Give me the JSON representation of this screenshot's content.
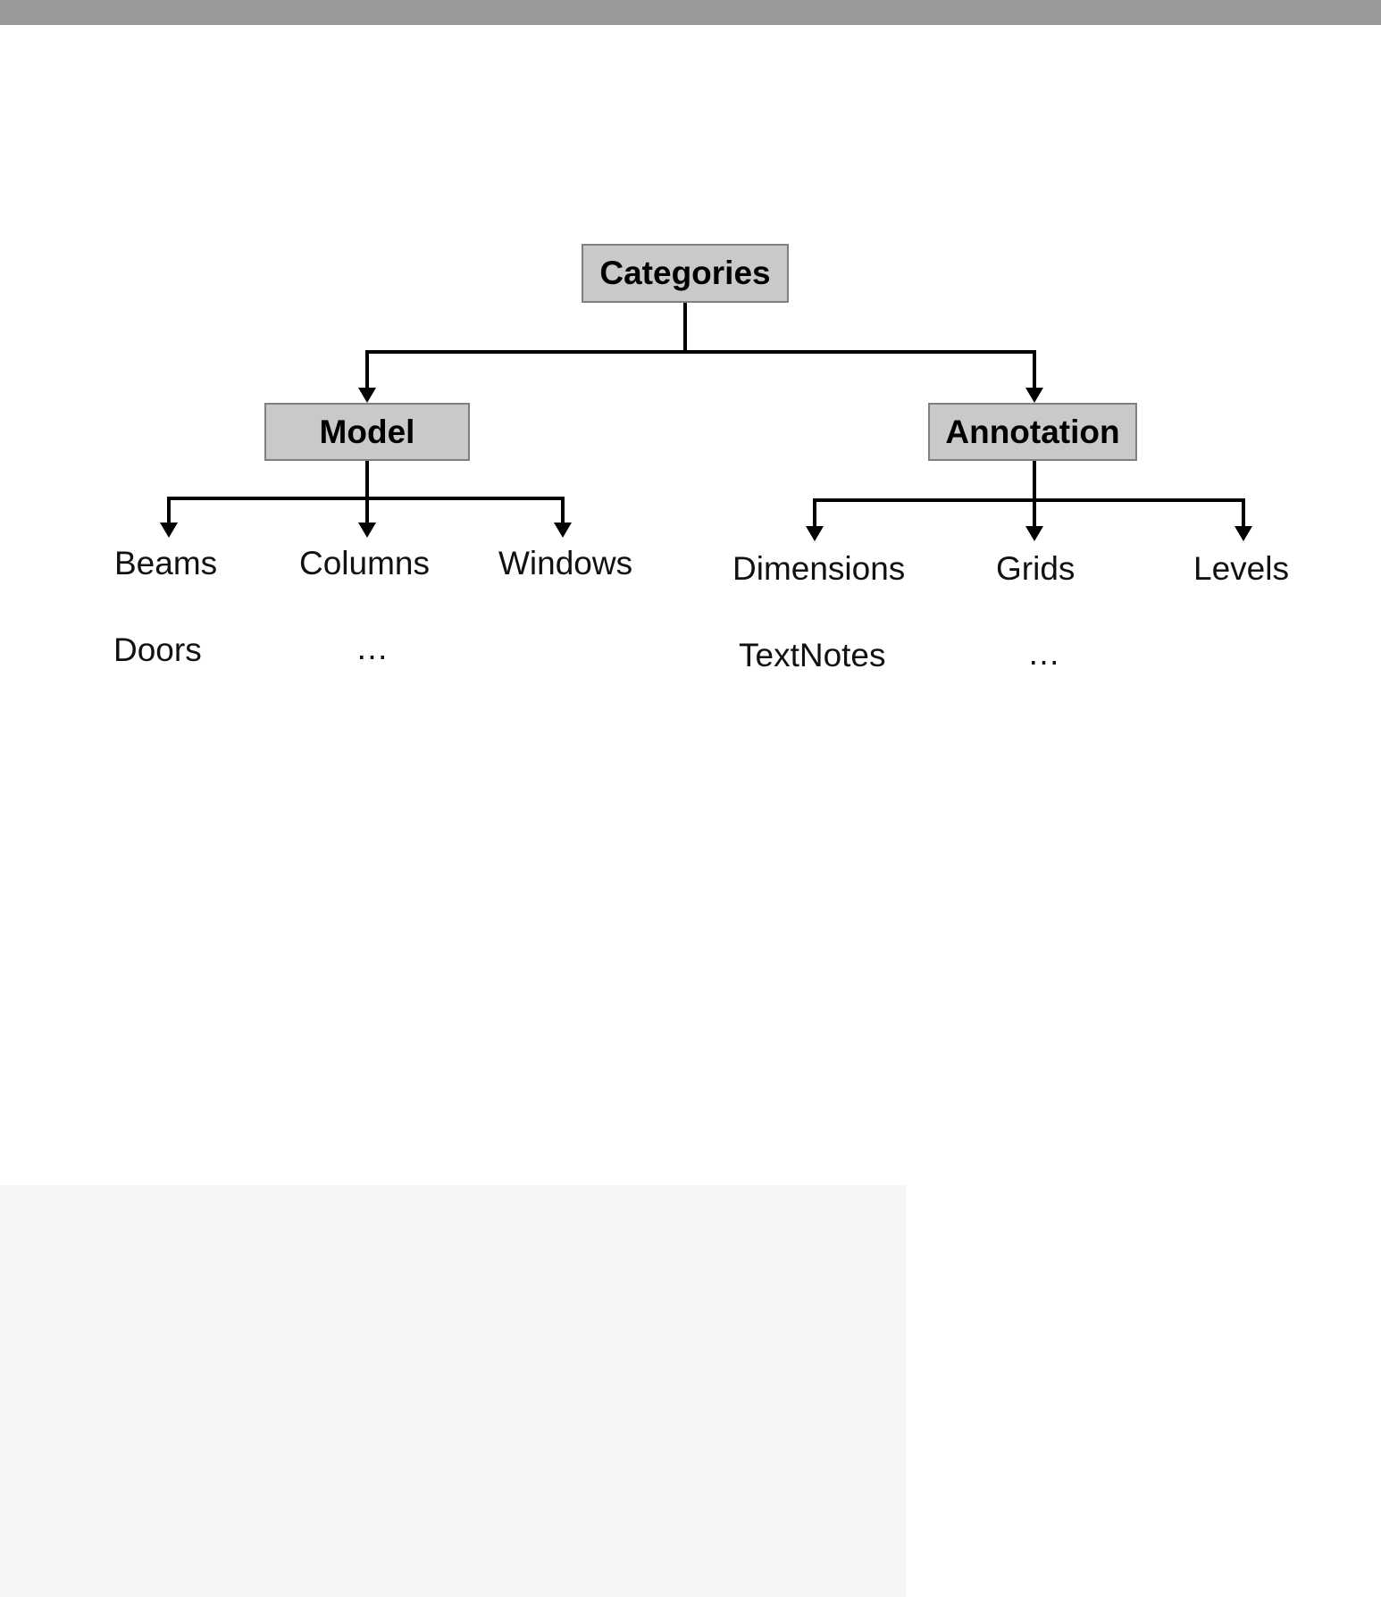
{
  "colors": {
    "topbar": "#999999",
    "nodefill": "#c9c9c9",
    "nodeborder": "#7f7f7f",
    "line": "#000000",
    "panel": "#f6f6f6"
  },
  "diagram": {
    "root_label": "Categories",
    "model": {
      "label": "Model",
      "children": [
        "Beams",
        "Columns",
        "Windows"
      ],
      "children_row2": [
        "Doors",
        "…"
      ]
    },
    "annotation": {
      "label": "Annotation",
      "children": [
        "Dimensions",
        "Grids",
        "Levels"
      ],
      "children_row2": [
        "TextNotes",
        "…"
      ]
    }
  }
}
